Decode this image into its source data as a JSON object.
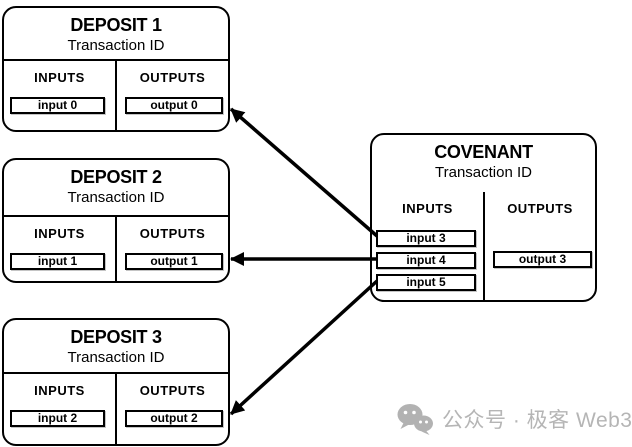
{
  "diagram": {
    "background": "#ffffff",
    "line_color": "#000000",
    "item_shadow_color": "#c4c4c4",
    "nodes": {
      "deposit1": {
        "title": "DEPOSIT 1",
        "subtitle": "Transaction ID",
        "inputs_label": "INPUTS",
        "outputs_label": "OUTPUTS",
        "inputs": [
          "input 0"
        ],
        "outputs": [
          "output 0"
        ]
      },
      "deposit2": {
        "title": "DEPOSIT 2",
        "subtitle": "Transaction ID",
        "inputs_label": "INPUTS",
        "outputs_label": "OUTPUTS",
        "inputs": [
          "input 1"
        ],
        "outputs": [
          "output 1"
        ]
      },
      "deposit3": {
        "title": "DEPOSIT 3",
        "subtitle": "Transaction ID",
        "inputs_label": "INPUTS",
        "outputs_label": "OUTPUTS",
        "inputs": [
          "input 2"
        ],
        "outputs": [
          "output 2"
        ]
      },
      "covenant": {
        "title": "COVENANT",
        "subtitle": "Transaction ID",
        "inputs_label": "INPUTS",
        "outputs_label": "OUTPUTS",
        "inputs": [
          "input 3",
          "input 4",
          "input 5"
        ],
        "outputs": [
          "output 3"
        ]
      }
    },
    "edges": [
      {
        "from": "covenant input 3",
        "to": "deposit1 output 0"
      },
      {
        "from": "covenant input 4",
        "to": "deposit2 output 1"
      },
      {
        "from": "covenant input 5",
        "to": "deposit3 output 2"
      }
    ]
  },
  "watermark": {
    "icon": "wechat-icon",
    "text": "公众号 · 极客 Web3",
    "color": "#b5b5b5"
  }
}
